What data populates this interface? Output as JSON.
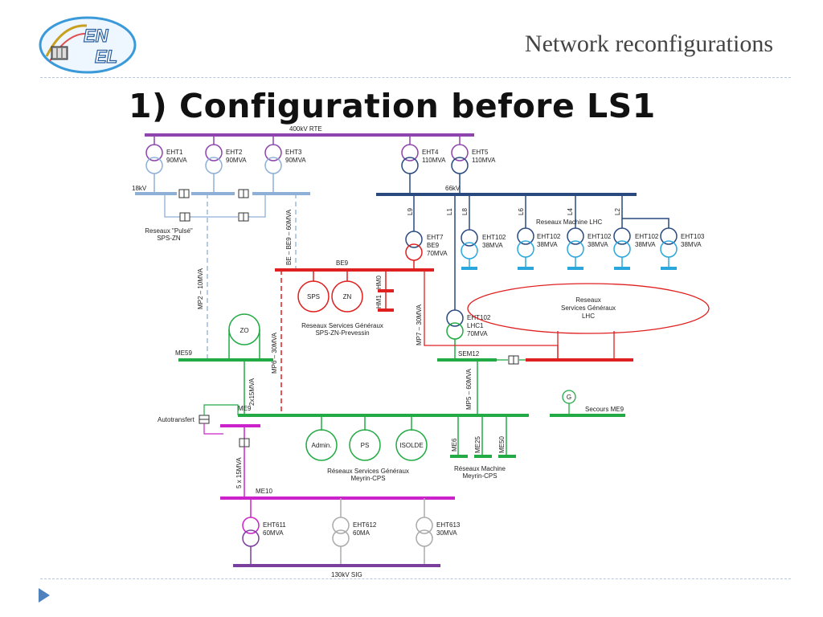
{
  "header": {
    "title": "Network reconfigurations",
    "logo_text_top": "EN",
    "logo_text_bottom": "EL"
  },
  "slide": {
    "heading": "1) Configuration before LS1"
  },
  "diagram": {
    "buses": {
      "rte": "400kV RTE",
      "b18kv": "18kV",
      "b66kv": "66kV",
      "be9": "BE9",
      "me59": "ME59",
      "sem12": "SEM12",
      "me9": "ME9",
      "me10": "ME10",
      "sig": "130kV SIG",
      "secours": "Secours ME9"
    },
    "transformers": {
      "eht1": [
        "EHT1",
        "90MVA"
      ],
      "eht2": [
        "EHT2",
        "90MVA"
      ],
      "eht3": [
        "EHT3",
        "90MVA"
      ],
      "eht4": [
        "EHT4",
        "110MVA"
      ],
      "eht5": [
        "EHT5",
        "110MVA"
      ],
      "eht7": [
        "EHT7",
        "BE9",
        "70MVA"
      ],
      "eht102a": [
        "EHT102",
        "38MVA"
      ],
      "eht102b": [
        "EHT102",
        "38MVA"
      ],
      "eht102c": [
        "EHT102",
        "38MVA"
      ],
      "eht102d": [
        "EHT102",
        "38MVA"
      ],
      "eht103": [
        "EHT103",
        "38MVA"
      ],
      "eht102lhc1": [
        "EHT102",
        "LHC1",
        "70MVA"
      ],
      "eht611": [
        "EHT611",
        "60MVA"
      ],
      "eht612": [
        "EHT612",
        "60MA"
      ],
      "eht613": [
        "EHT613",
        "30MVA"
      ]
    },
    "lines": {
      "l9": "L9",
      "l1": "L1",
      "l8": "L8",
      "l6": "L6",
      "l4": "L4",
      "l2": "L2",
      "mp2": "MP2 – 10MVA",
      "be_be9": "BE – BE9 – 60MVA",
      "mp6": "MP6 – 30MVA",
      "mp7": "MP7 – 30MVA",
      "mp5": "MP5 – 60MVA",
      "x2x15": "2x15MVA",
      "x5x15": "5 x 15MVA",
      "me6": "ME6",
      "me25": "ME25",
      "me50": "ME50",
      "hm0": "HM0",
      "hm1": "HM1"
    },
    "loads": {
      "sps": "SPS",
      "zn": "ZN",
      "zo": "ZO",
      "admin": "Admin.",
      "ps": "PS",
      "isolde": "ISOLDE",
      "g": "G"
    },
    "labels": {
      "pulse_1": "Reseaux \"Pulsé\"",
      "pulse_2": "SPS-ZN",
      "lhc_machine": "Reseaux Machine LHC",
      "sg_lhc_1": "Reseaux",
      "sg_lhc_2": "Services Généraux",
      "sg_lhc_3": "LHC",
      "sg_sps_1": "Reseaux Services Généraux",
      "sg_sps_2": "SPS-ZN-Prevessin",
      "sg_meyrin_1": "Réseaux Services Généraux",
      "sg_meyrin_2": "Meyrin-CPS",
      "machine_meyrin_1": "Réseaux Machine",
      "machine_meyrin_2": "Meyrin-CPS",
      "autotransfert": "Autotransfert"
    },
    "colors": {
      "rte": "#8e44ad",
      "b18kv": "#8fb0d6",
      "b66kv": "#2a4a7f",
      "be9": "#e02020",
      "green": "#22aa44",
      "lhc_cyan": "#2aa7dd",
      "magenta": "#cc22cc",
      "grey": "#aaaaaa",
      "sig": "#7a3e9d"
    }
  }
}
